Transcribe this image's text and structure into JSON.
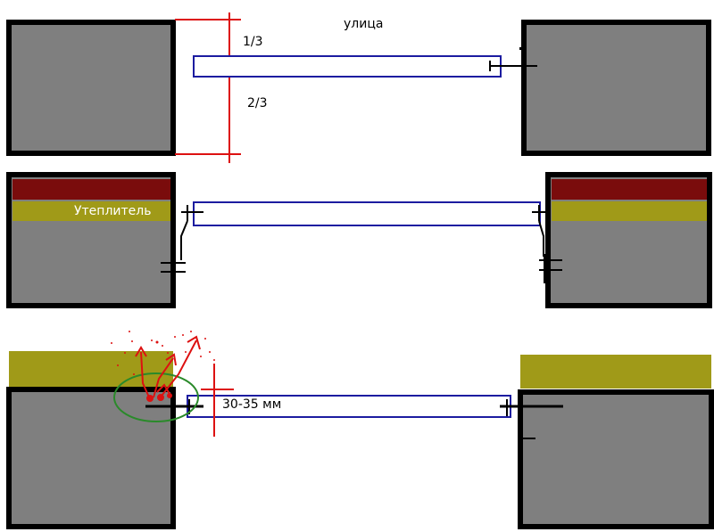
{
  "labels": {
    "street": "улица",
    "one_third": "1/3",
    "two_thirds": "2/3",
    "insulation": "Утеплитель",
    "gap": "30-35 мм"
  },
  "colors": {
    "wall_fill": "#7f7f7f",
    "wall_border": "#000000",
    "frame_stroke": "#1c1ca0",
    "red_line": "#dd1111",
    "brick_layer": "#7a0c0c",
    "insulation_layer": "#a09a18",
    "green_circle": "#2a8a2a",
    "anchor": "#000000"
  }
}
